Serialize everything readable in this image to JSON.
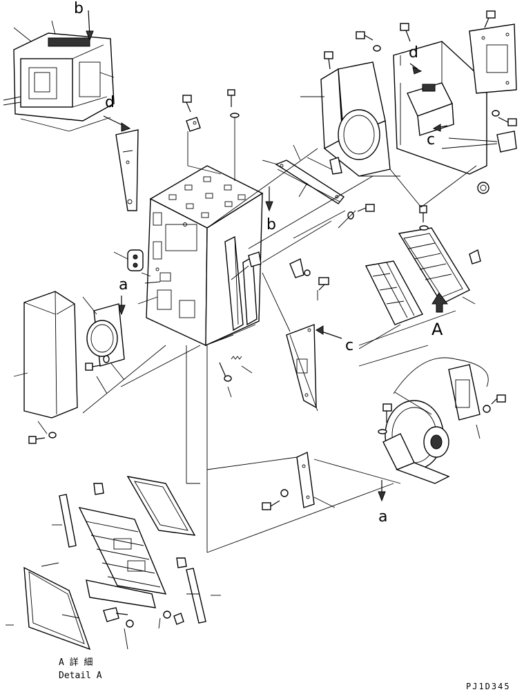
{
  "labels": {
    "b_top": "b",
    "d_left": "d",
    "b_mid": "b",
    "d_right": "d",
    "c_right": "c",
    "a_left": "a",
    "c_mid": "c",
    "A_mid": "A",
    "a_bottom": "a"
  },
  "detail": {
    "kanji": "A 詳 細",
    "caption": "Detail A"
  },
  "drawing_code": "PJ1D345",
  "colors": {
    "line": "#000000",
    "background": "#ffffff",
    "shade": "#333333"
  }
}
